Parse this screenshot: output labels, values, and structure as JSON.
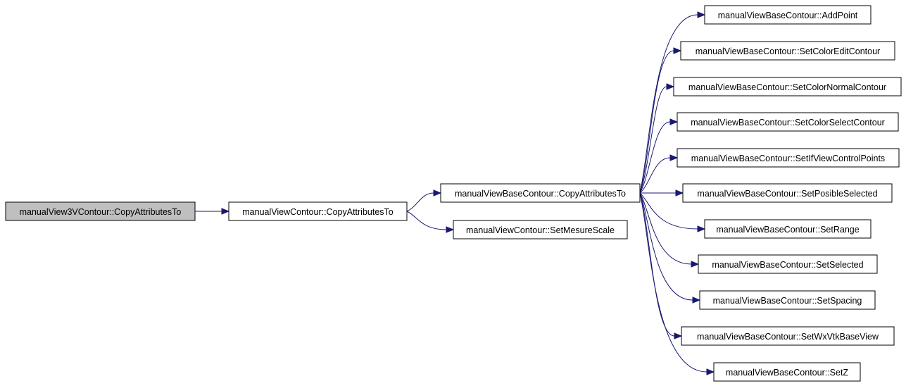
{
  "diagram": {
    "colors": {
      "edge": "#191970",
      "root_fill": "#bfbfbf",
      "node_fill": "#ffffff",
      "border": "#000000"
    },
    "nodes": [
      {
        "id": "n0",
        "label": "manualView3VContour::CopyAttributesTo",
        "root": true
      },
      {
        "id": "n1",
        "label": "manualViewContour::CopyAttributesTo"
      },
      {
        "id": "n2",
        "label": "manualViewBaseContour::CopyAttributesTo"
      },
      {
        "id": "n3",
        "label": "manualViewContour::SetMesureScale"
      },
      {
        "id": "n4",
        "label": "manualViewBaseContour::AddPoint"
      },
      {
        "id": "n5",
        "label": "manualViewBaseContour::SetColorEditContour"
      },
      {
        "id": "n6",
        "label": "manualViewBaseContour::SetColorNormalContour"
      },
      {
        "id": "n7",
        "label": "manualViewBaseContour::SetColorSelectContour"
      },
      {
        "id": "n8",
        "label": "manualViewBaseContour::SetIfViewControlPoints"
      },
      {
        "id": "n9",
        "label": "manualViewBaseContour::SetPosibleSelected"
      },
      {
        "id": "n10",
        "label": "manualViewBaseContour::SetRange"
      },
      {
        "id": "n11",
        "label": "manualViewBaseContour::SetSelected"
      },
      {
        "id": "n12",
        "label": "manualViewBaseContour::SetSpacing"
      },
      {
        "id": "n13",
        "label": "manualViewBaseContour::SetWxVtkBaseView"
      },
      {
        "id": "n14",
        "label": "manualViewBaseContour::SetZ"
      }
    ],
    "edges": [
      {
        "from": "n0",
        "to": "n1"
      },
      {
        "from": "n1",
        "to": "n2"
      },
      {
        "from": "n1",
        "to": "n3"
      },
      {
        "from": "n2",
        "to": "n4"
      },
      {
        "from": "n2",
        "to": "n5"
      },
      {
        "from": "n2",
        "to": "n6"
      },
      {
        "from": "n2",
        "to": "n7"
      },
      {
        "from": "n2",
        "to": "n8"
      },
      {
        "from": "n2",
        "to": "n9"
      },
      {
        "from": "n2",
        "to": "n10"
      },
      {
        "from": "n2",
        "to": "n11"
      },
      {
        "from": "n2",
        "to": "n12"
      },
      {
        "from": "n2",
        "to": "n13"
      },
      {
        "from": "n2",
        "to": "n14"
      }
    ]
  }
}
